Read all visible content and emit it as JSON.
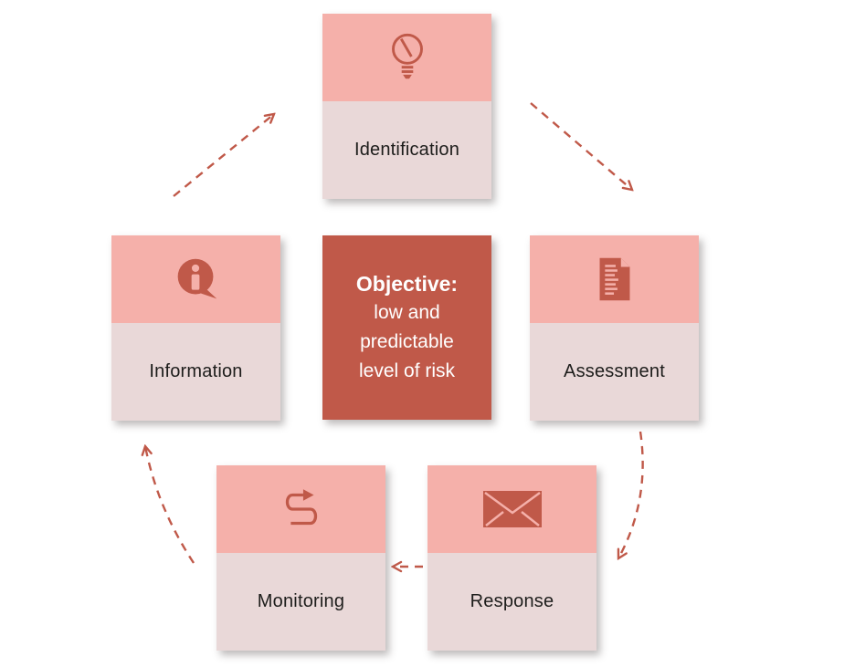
{
  "diagram": {
    "center": {
      "heading": "Objective:",
      "line1": "low and",
      "line2": "predictable",
      "line3": "level of risk"
    },
    "stages": [
      {
        "label": "Identification",
        "icon": "lightbulb-icon"
      },
      {
        "label": "Assessment",
        "icon": "document-icon"
      },
      {
        "label": "Response",
        "icon": "envelope-icon"
      },
      {
        "label": "Monitoring",
        "icon": "loop-arrow-icon"
      },
      {
        "label": "Information",
        "icon": "info-speech-bubble-icon"
      }
    ],
    "flow": [
      {
        "from": "Identification",
        "to": "Assessment"
      },
      {
        "from": "Assessment",
        "to": "Response"
      },
      {
        "from": "Response",
        "to": "Monitoring"
      },
      {
        "from": "Monitoring",
        "to": "Information"
      },
      {
        "from": "Information",
        "to": "Identification"
      }
    ],
    "colors": {
      "stage_top": "#f5b0aa",
      "stage_bottom": "#e9d8d8",
      "center_bg": "#c05949",
      "center_text": "#ffffff",
      "accent": "#c05949",
      "label_text": "#1d1d1b"
    }
  }
}
